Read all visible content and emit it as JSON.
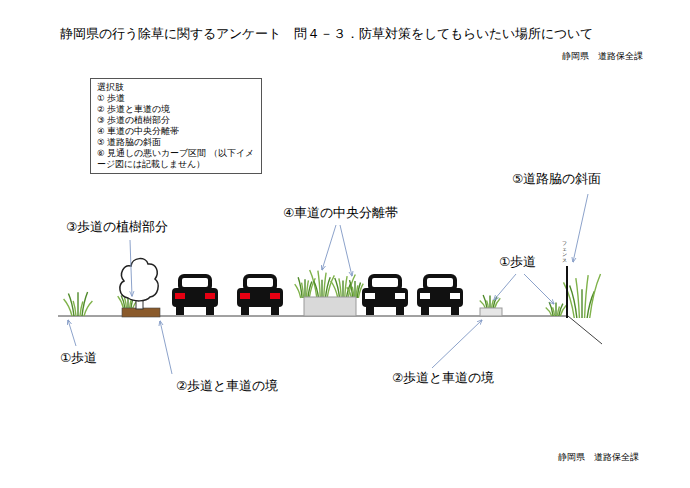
{
  "diagram": {
    "title": "静岡県の行う除草に関するアンケート　問４－３．防草対策をしてもらいたい場所について",
    "nodes": [
      {
        "text": [
          "選択肢",
          "① 歩道",
          "② 歩道と車道の境",
          "③ 歩道の植樹部分",
          "④ 車道の中央分離帯",
          "⑤ 道路脇の斜面",
          "⑥ 見通しの悪いカーブ区間 （以下イメージ図には記載しません）"
        ]
      }
    ],
    "labels": [
      "静岡県　道路保全課",
      "⑤道路脇の斜面",
      "③歩道の植樹部分",
      "④車道の中央分離帯",
      "①歩道",
      "フェンス",
      "①歩道",
      "②歩道と車道の境",
      "②歩道と車道の境",
      "静岡県　道路保全課"
    ]
  }
}
